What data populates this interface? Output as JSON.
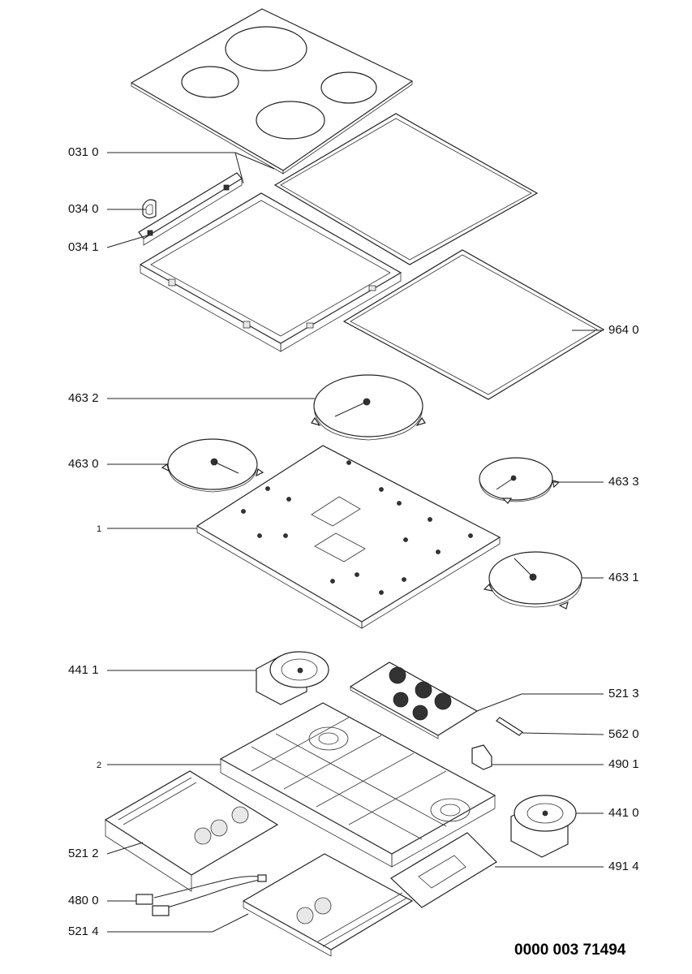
{
  "labels": [
    {
      "id": "031-0",
      "text": "031 0"
    },
    {
      "id": "034-0",
      "text": "034 0"
    },
    {
      "id": "034-1",
      "text": "034 1"
    },
    {
      "id": "964-0",
      "text": "964 0"
    },
    {
      "id": "463-2",
      "text": "463 2"
    },
    {
      "id": "463-0",
      "text": "463 0"
    },
    {
      "id": "463-3",
      "text": "463 3"
    },
    {
      "id": "1",
      "text": "1"
    },
    {
      "id": "463-1",
      "text": "463 1"
    },
    {
      "id": "441-1",
      "text": "441 1"
    },
    {
      "id": "521-3",
      "text": "521 3"
    },
    {
      "id": "562-0",
      "text": "562 0"
    },
    {
      "id": "2",
      "text": "2"
    },
    {
      "id": "490-1",
      "text": "490 1"
    },
    {
      "id": "441-0",
      "text": "441 0"
    },
    {
      "id": "521-2",
      "text": "521 2"
    },
    {
      "id": "491-4",
      "text": "491 4"
    },
    {
      "id": "480-0",
      "text": "480 0"
    },
    {
      "id": "521-4",
      "text": "521 4"
    }
  ],
  "document_number": "0000 003 71494"
}
